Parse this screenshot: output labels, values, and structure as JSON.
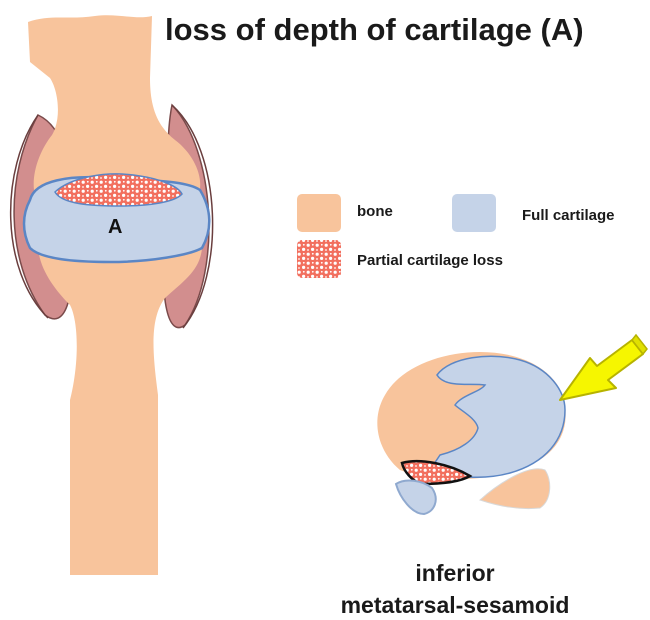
{
  "title": "loss of depth of cartilage (A)",
  "marker_label": "A",
  "legend": {
    "bone": "bone",
    "full_cartilage": "Full cartilage",
    "partial_loss": "Partial cartilage loss"
  },
  "caption": {
    "line1": "inferior",
    "line2": "metatarsal-sesamoid"
  },
  "colors": {
    "bone": "#f8c49c",
    "full_cartilage": "#c5d3e8",
    "cartilage_edge": "#5b86c5",
    "partial_loss": "#f19a8c",
    "capsule": "#d28e8e",
    "arrow": "#f6f600",
    "arrow_edge": "#b7b300"
  }
}
